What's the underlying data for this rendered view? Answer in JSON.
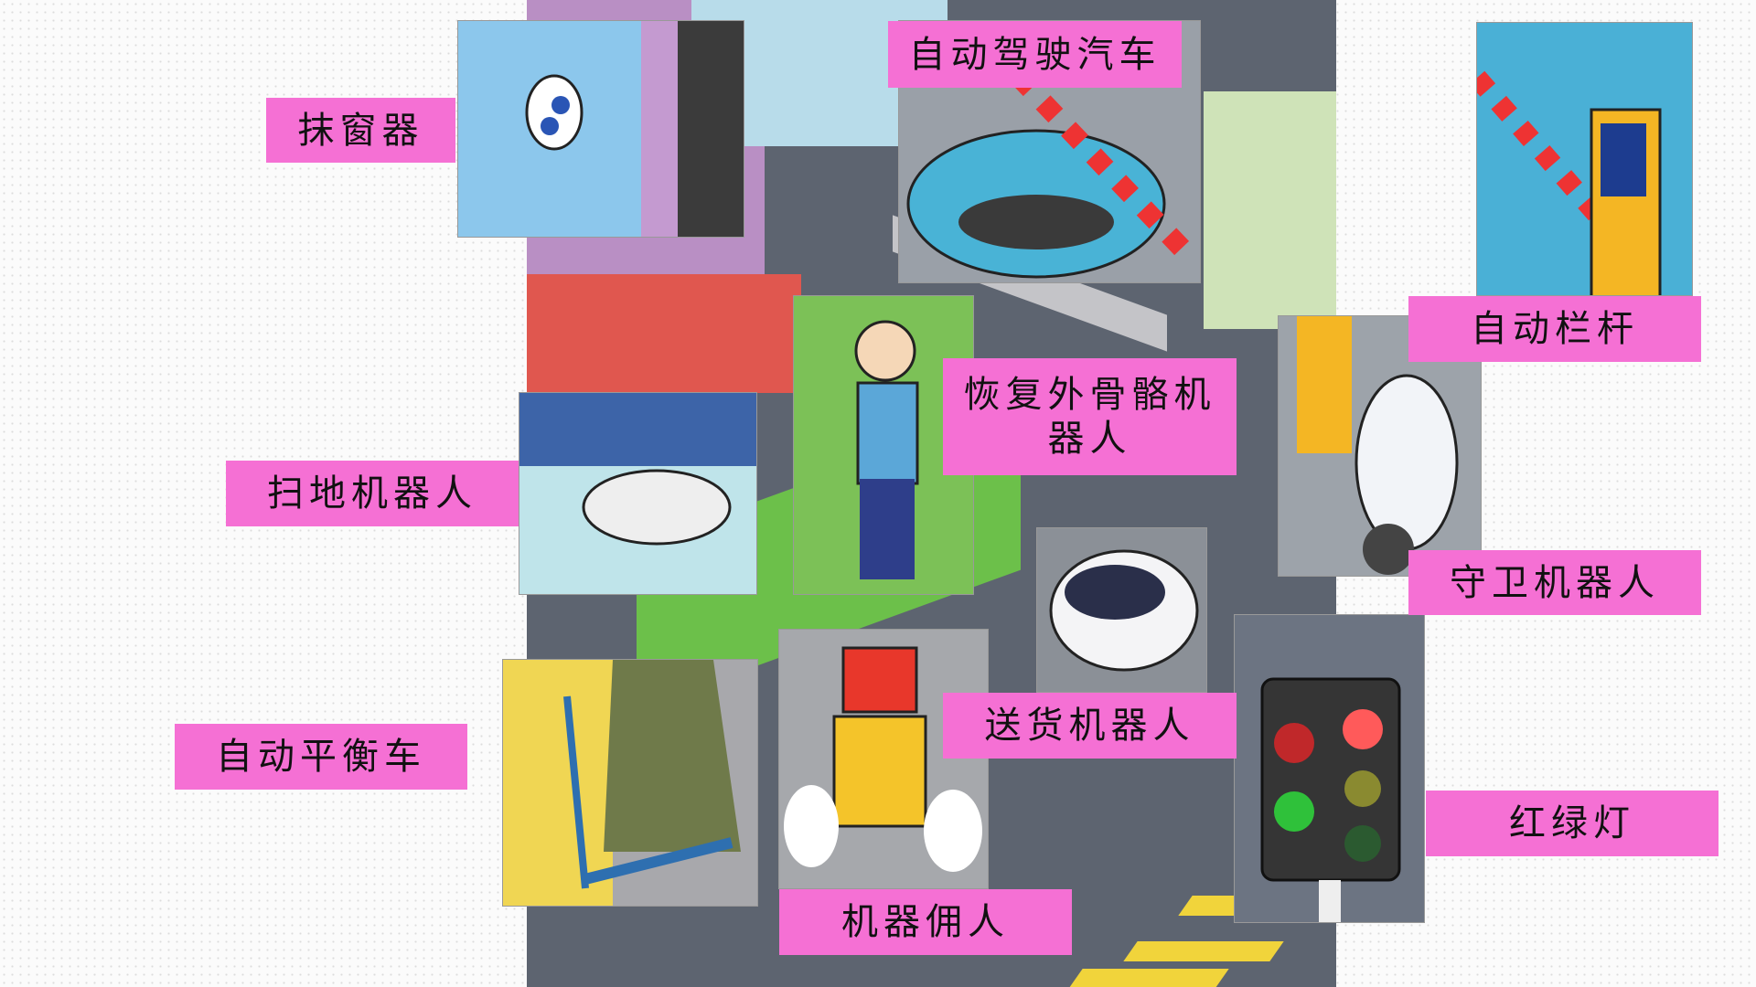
{
  "labels": {
    "window_cleaner": "抹窗器",
    "self_driving_car": "自动驾驶汽车",
    "auto_barrier": "自动栏杆",
    "exoskeleton": "恢复外骨骼机器人",
    "sweeping_robot": "扫地机器人",
    "guard_robot": "守卫机器人",
    "delivery_robot": "送货机器人",
    "self_balancing_scooter": "自动平衡车",
    "traffic_light": "红绿灯",
    "robot_servant": "机器佣人"
  },
  "colors": {
    "label_bg": "#f570d4",
    "road": "#5d6470"
  }
}
